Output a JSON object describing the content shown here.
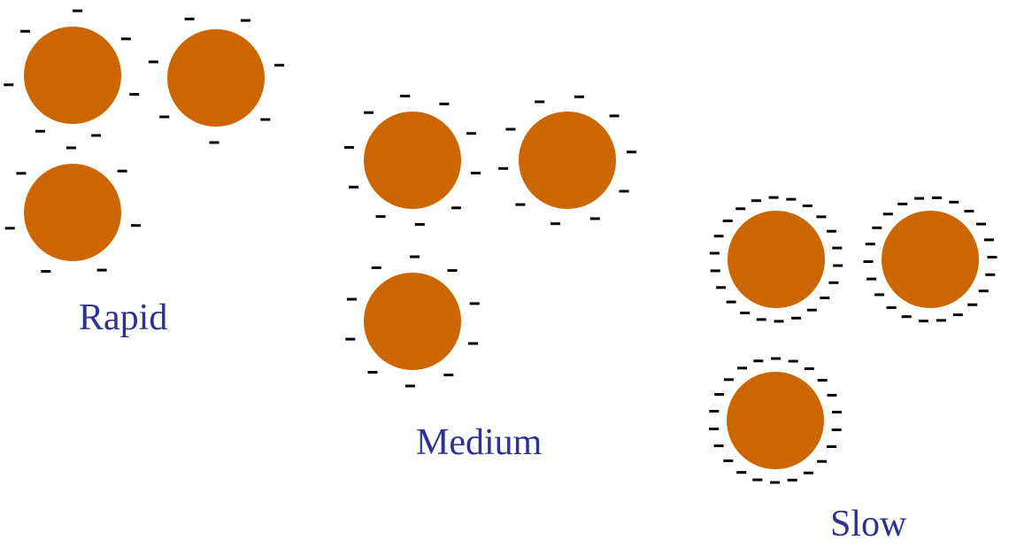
{
  "colors": {
    "particle": "#CC6600",
    "charge": "#000000",
    "label": "#2E3192"
  },
  "groups": [
    {
      "label": "Rapid",
      "charges_per_particle": 7,
      "particles": 3
    },
    {
      "label": "Medium",
      "charges_per_particle": 10,
      "particles": 3
    },
    {
      "label": "Slow",
      "charges_per_particle": 22,
      "particles": 3
    }
  ],
  "charge_symbol": "-"
}
